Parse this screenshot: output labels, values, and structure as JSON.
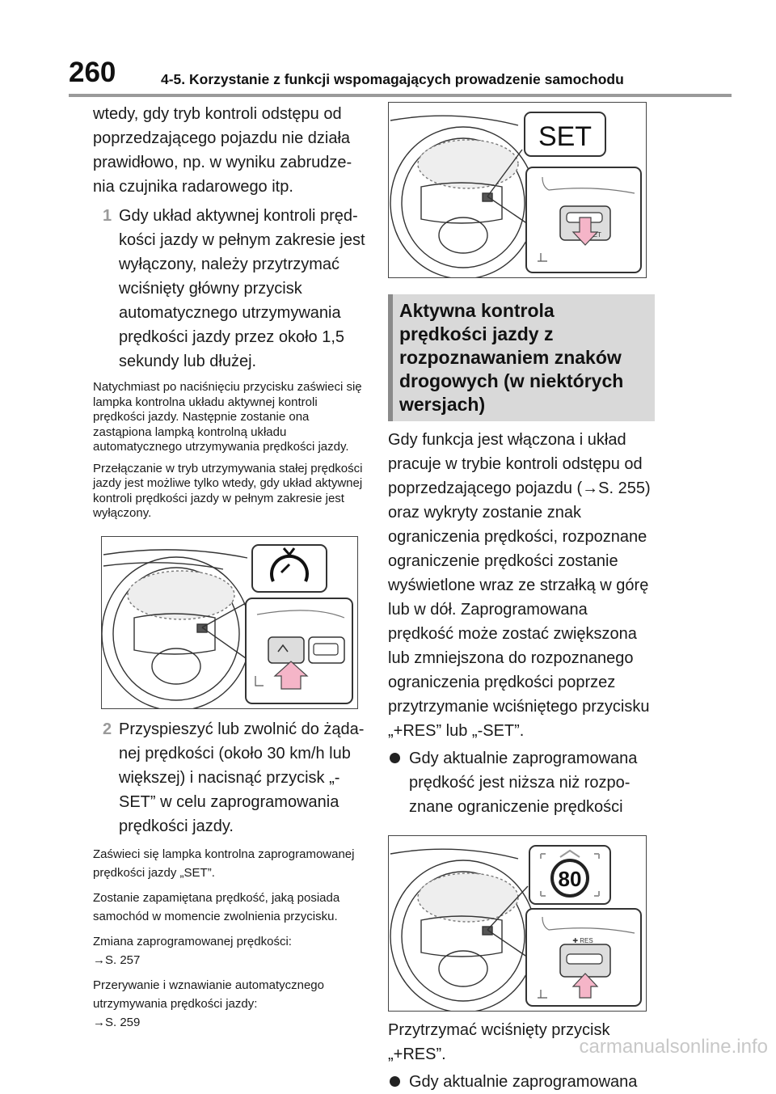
{
  "header": {
    "page_number": "260",
    "chapter_title": "4-5. Korzystanie z funkcji wspomagających prowadzenie samochodu"
  },
  "left": {
    "intro": "wtedy, gdy tryb kontroli odstępu od poprzedzającego pojazdu nie działa prawidłowo, np. w wyniku zabrudze­nia czujnika radarowego itp.",
    "step1": {
      "num": "1",
      "text": "Gdy układ aktywnej kontroli pręd­kości jazdy w pełnym zakresie jest wyłączony, należy przytrzy­mać wciśnięty główny przycisk automatycznego utrzymywania prędkości jazdy przez około 1,5 sekundy lub dłużej."
    },
    "note1": "Natychmiast po naciśnięciu przycisku zaświeci się lampka kontrolna układu aktywnej kontroli prędkości jazdy. Na­stępnie zostanie ona zastąpiona lamp­ką kontrolną układu automatycznego utrzymywania prędkości jazdy.",
    "note2": "Przełączanie w tryb utrzymywania stałej prędkości jazdy jest możliwe tylko wtedy, gdy układ aktywnej kontroli prędkości jazdy w pełnym zakresie jest wyłączony.",
    "step2": {
      "num": "2",
      "text": "Przyspieszyć lub zwolnić do żąda­nej prędkości (około 30 km/h lub większej) i nacisnąć przycisk „-SET” w celu zaprogramowania prędkości jazdy."
    },
    "note3": "Zaświeci się lampka kontrolna zapro­gramowanej prędkości jazdy „SET”.",
    "note4": "Zostanie zapamiętana prędkość, jaką posiada samochód w momencie zwol­nienia przycisku.",
    "note5_text": "Zmiana zaprogramowanej prędkości:",
    "note5_ref": "→S. 257",
    "note6_text": "Przerywanie i wznawianie automatycz­nego utrzymywania prędkości jazdy:",
    "note6_ref": "→S. 259"
  },
  "right": {
    "fig_set_label": "SET",
    "fig_set_small": "— SET",
    "section_title": "Aktywna kontrola prędkości jazdy z rozpoznawaniem znaków drogowych (w nie­których wersjach)",
    "para1": "Gdy funkcja jest włączona i układ pracuje w trybie kontroli odstępu od poprzedzającego pojazdu (→S. 255) oraz wykryty zostanie znak ograniczenia prędkości, roz­poznane ograniczenie prędkości zostanie wyświetlone wraz ze strzałką w górę lub w dół. Zapro­gramowana prędkość może zostać zwiększona lub zmniejszona do rozpoznanego ograniczenia prędko­ści poprzez przytrzymanie wciśnię­tego przycisku „+RES” lub „-SET”.",
    "bullet1": "Gdy aktualnie zaprogramowana prędkość jest niższa niż rozpo­znane ograniczenie prędkości",
    "fig_80_label": "80",
    "fig_80_small": "✚ RES",
    "para2": "Przytrzymać wciśnięty przycisk „+RES”.",
    "bullet2": "Gdy aktualnie zaprogramowana"
  },
  "watermark": "carmanualsonline.info"
}
